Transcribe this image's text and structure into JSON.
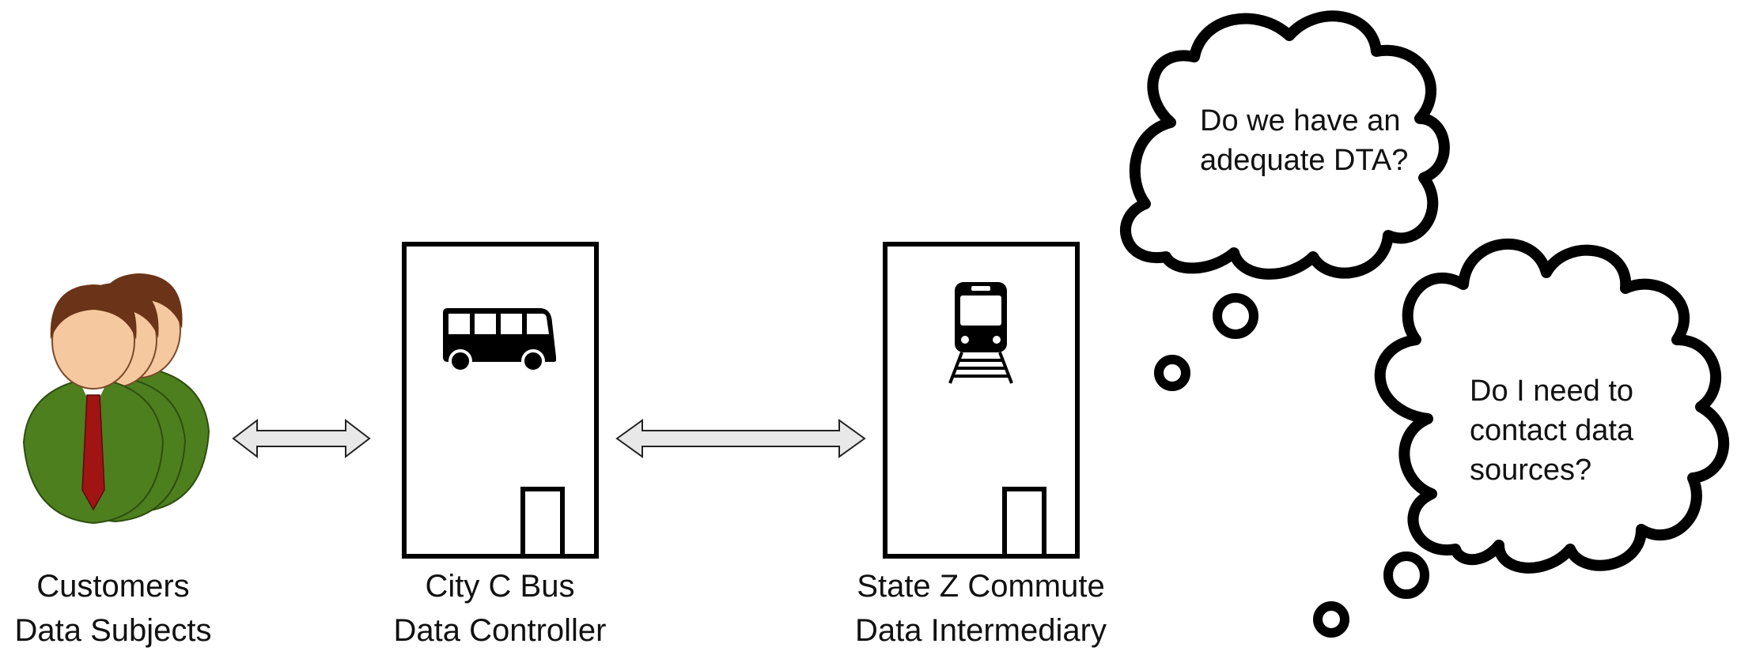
{
  "entities": {
    "customers": {
      "name": "Customers",
      "role": "Data Subjects"
    },
    "bus": {
      "name": "City C Bus",
      "role": "Data Controller"
    },
    "commute": {
      "name": "State Z Commute",
      "role": "Data Intermediary"
    }
  },
  "thoughts": {
    "dta": {
      "line1": "Do we have an",
      "line2": "adequate DTA?"
    },
    "sources": {
      "line1": "Do I need to",
      "line2": "contact data",
      "line3": "sources?"
    }
  },
  "icons": {
    "customers": "people-group-icon",
    "bus": "bus-icon",
    "commute": "train-icon",
    "arrows": "double-arrow-icon",
    "thoughts": "thought-cloud-icon"
  },
  "colors": {
    "person_suit": "#4d7f1e",
    "person_hair": "#6b3317",
    "person_face": "#f6c8a0",
    "person_tie": "#a11414",
    "outline": "#000000",
    "arrow_fill": "#e8e8e8"
  }
}
